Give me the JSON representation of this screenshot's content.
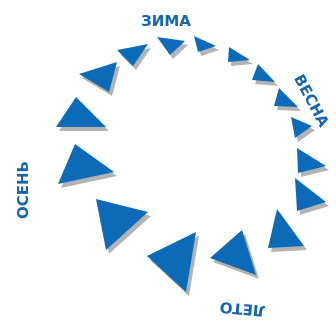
{
  "diagram": {
    "seasons": {
      "winter": "ЗИМА",
      "spring": "ВЕСНА",
      "summer": "ЛЕТО",
      "autumn": "ОСЕНЬ"
    },
    "colors": {
      "triangle": "#0b6bb8",
      "shadow": "#b3b3b3",
      "label": "#1565b0",
      "background": "#ffffff"
    }
  }
}
